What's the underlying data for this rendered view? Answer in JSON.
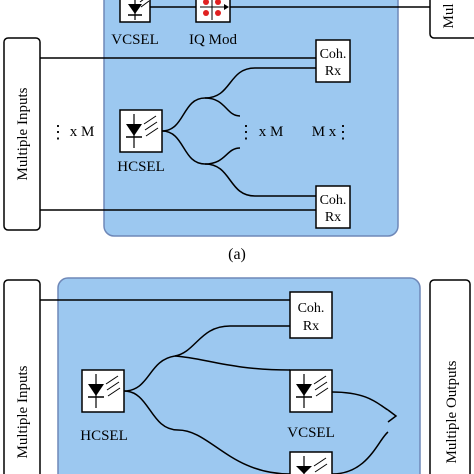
{
  "panel_a": {
    "caption": "(a)",
    "side_label_left": "Multiple Inputs",
    "side_label_right_partial": "Mul",
    "vcsel_label": "VCSEL",
    "iq_mod_label": "IQ Mod",
    "hcsel_label": "HCSEL",
    "coh_rx_top": [
      "Coh.",
      "Rx"
    ],
    "coh_rx_bottom": [
      "Coh.",
      "Rx"
    ],
    "multiplier_left": "x M",
    "multiplier_center": "x M",
    "multiplier_right": "M x"
  },
  "panel_b": {
    "side_label_left": "Multiple Inputs",
    "side_label_right": "Multiple Outputs",
    "hcsel_label": "HCSEL",
    "vcsel_label": "VCSEL",
    "coh_rx": [
      "Coh.",
      "Rx"
    ]
  },
  "colors": {
    "chip_fill": "#9cc8f0",
    "chip_stroke": "#6f88b8",
    "component_fill": "#ffffff",
    "line": "#000000",
    "iq_dot": "#e02020"
  }
}
